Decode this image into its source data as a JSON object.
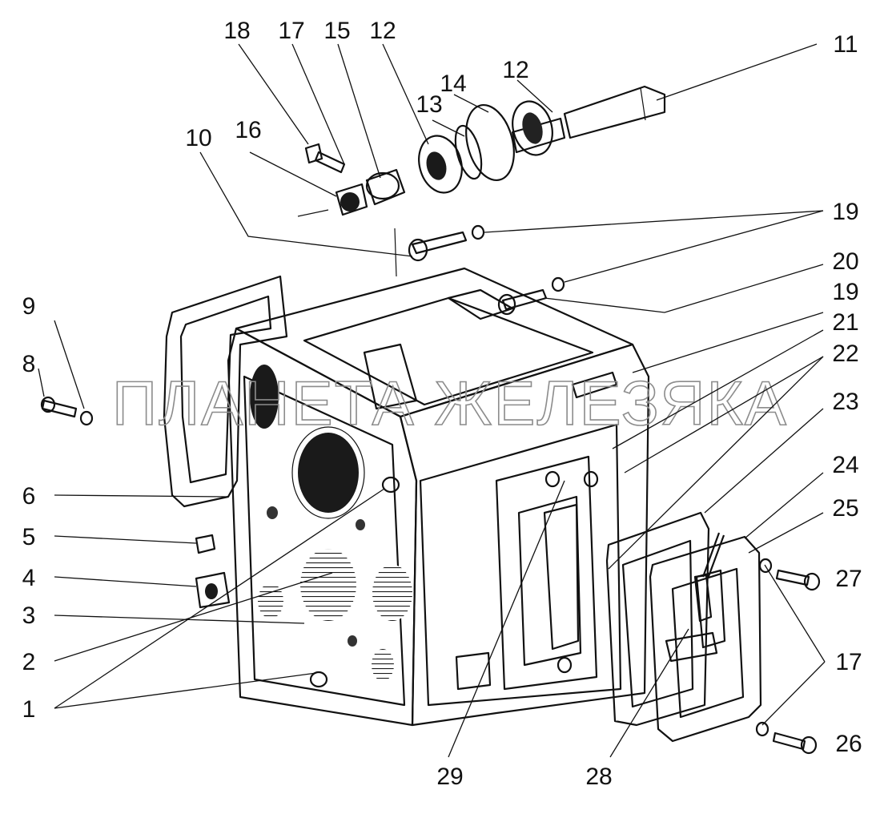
{
  "watermark": "ПЛАНЕТА ЖЕЛЕЗЯКА",
  "callouts": [
    {
      "id": "c18",
      "text": "18"
    },
    {
      "id": "c17a",
      "text": "17"
    },
    {
      "id": "c15",
      "text": "15"
    },
    {
      "id": "c12a",
      "text": "12"
    },
    {
      "id": "c11",
      "text": "11"
    },
    {
      "id": "c14",
      "text": "14"
    },
    {
      "id": "c12b",
      "text": "12"
    },
    {
      "id": "c13",
      "text": "13"
    },
    {
      "id": "c10",
      "text": "10"
    },
    {
      "id": "c16",
      "text": "16"
    },
    {
      "id": "c19a",
      "text": "19"
    },
    {
      "id": "c20",
      "text": "20"
    },
    {
      "id": "c19b",
      "text": "19"
    },
    {
      "id": "c21",
      "text": "21"
    },
    {
      "id": "c22",
      "text": "22"
    },
    {
      "id": "c23",
      "text": "23"
    },
    {
      "id": "c9",
      "text": "9"
    },
    {
      "id": "c8",
      "text": "8"
    },
    {
      "id": "c6",
      "text": "6"
    },
    {
      "id": "c5",
      "text": "5"
    },
    {
      "id": "c4",
      "text": "4"
    },
    {
      "id": "c3",
      "text": "3"
    },
    {
      "id": "c2",
      "text": "2"
    },
    {
      "id": "c1",
      "text": "1"
    },
    {
      "id": "c24",
      "text": "24"
    },
    {
      "id": "c25",
      "text": "25"
    },
    {
      "id": "c27",
      "text": "27"
    },
    {
      "id": "c17b",
      "text": "17"
    },
    {
      "id": "c26",
      "text": "26"
    },
    {
      "id": "c29",
      "text": "29"
    },
    {
      "id": "c28",
      "text": "28"
    }
  ]
}
